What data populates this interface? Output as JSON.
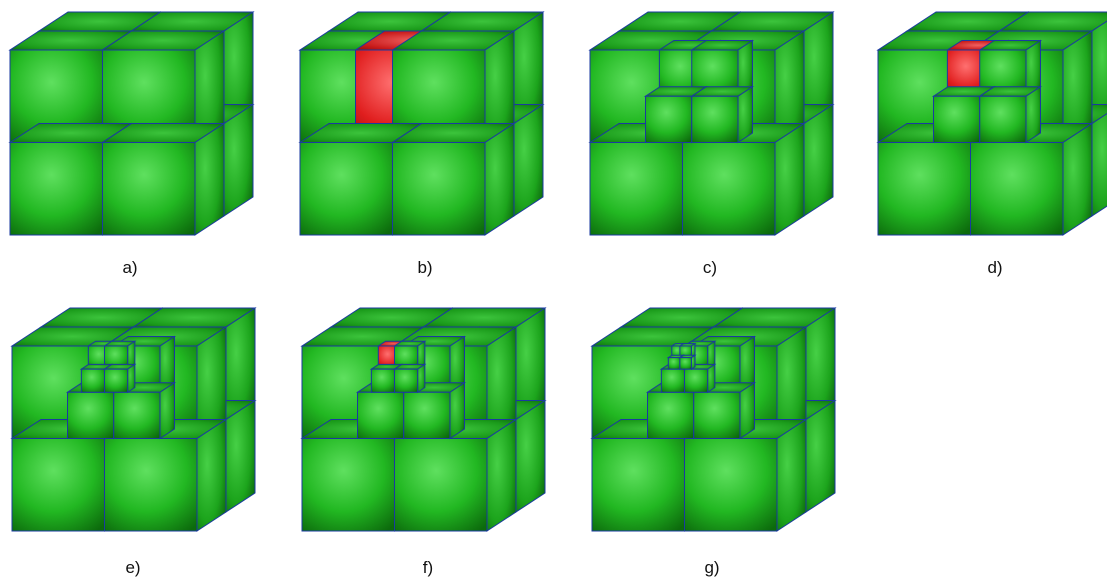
{
  "colors": {
    "cell": "#1fb31f",
    "cell_highlight": "#6ff06f",
    "cell_shadow": "#0a5a0a",
    "selected": "#e02020",
    "edge": "#1a3aa0"
  },
  "panels": [
    {
      "caption": "a)",
      "levels": 1,
      "selected_level": 0
    },
    {
      "caption": "b)",
      "levels": 1,
      "selected_level": 1
    },
    {
      "caption": "c)",
      "levels": 2,
      "selected_level": 0
    },
    {
      "caption": "d)",
      "levels": 2,
      "selected_level": 2
    },
    {
      "caption": "e)",
      "levels": 3,
      "selected_level": 0
    },
    {
      "caption": "f)",
      "levels": 3,
      "selected_level": 3
    },
    {
      "caption": "g)",
      "levels": 4,
      "selected_level": 0
    }
  ]
}
